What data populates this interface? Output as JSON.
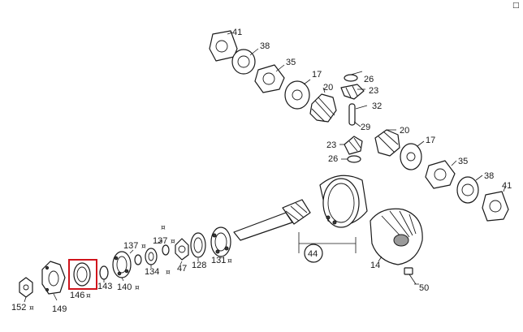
{
  "diagram": {
    "corner_glyph": "□",
    "highlight_color": "#d0141c",
    "callouts": [
      {
        "id": "c41a",
        "text": "41"
      },
      {
        "id": "c38a",
        "text": "38"
      },
      {
        "id": "c35a",
        "text": "35"
      },
      {
        "id": "c17a",
        "text": "17"
      },
      {
        "id": "c26a",
        "text": "26"
      },
      {
        "id": "c23a",
        "text": "23"
      },
      {
        "id": "c20a",
        "text": "20"
      },
      {
        "id": "c32",
        "text": "32"
      },
      {
        "id": "c29",
        "text": "29"
      },
      {
        "id": "c20b",
        "text": "20"
      },
      {
        "id": "c17b",
        "text": "17"
      },
      {
        "id": "c23b",
        "text": "23"
      },
      {
        "id": "c26b",
        "text": "26"
      },
      {
        "id": "c35b",
        "text": "35"
      },
      {
        "id": "c38b",
        "text": "38"
      },
      {
        "id": "c41b",
        "text": "41"
      },
      {
        "id": "c137a",
        "text": "137"
      },
      {
        "id": "c137b",
        "text": "137"
      },
      {
        "id": "c47",
        "text": "47"
      },
      {
        "id": "c128",
        "text": "128"
      },
      {
        "id": "c131",
        "text": "131"
      },
      {
        "id": "c134",
        "text": "134"
      },
      {
        "id": "c140",
        "text": "140"
      },
      {
        "id": "c143",
        "text": "143"
      },
      {
        "id": "c146",
        "text": "146"
      },
      {
        "id": "c149",
        "text": "149"
      },
      {
        "id": "c152",
        "text": "152"
      },
      {
        "id": "c44",
        "text": "44"
      },
      {
        "id": "c14",
        "text": "14"
      },
      {
        "id": "c50",
        "text": "50"
      }
    ]
  }
}
